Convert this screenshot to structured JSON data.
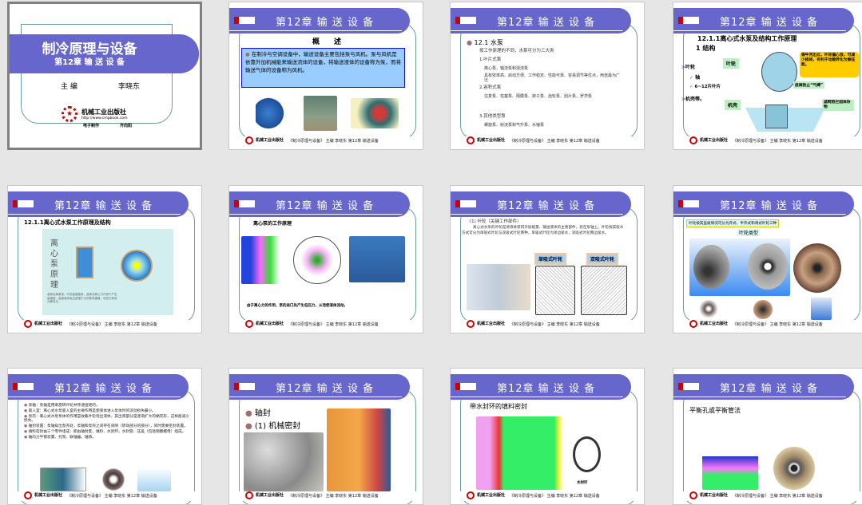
{
  "header_title": "第12章 输 送 设 备",
  "footer": {
    "publisher": "机械工业出版社",
    "text": "《制冷原理与设备》 主编 李晓东    第12章  输送设备"
  },
  "slide1": {
    "title": "制冷原理与设备",
    "subtitle": "第12章 输 送 设 备",
    "editor_label": "主 编",
    "editor": "李晓东",
    "publisher": "机械工业出版社",
    "url": "http://www.cmpbook.com",
    "maker_label": "电子制作",
    "maker": "齐向阳"
  },
  "slide2": {
    "heading": "概　　述",
    "text": "在制冷与空调设备中，输送设备主要包括泵与风机。泵与风机是依靠外加机械能来输送流体的设备，将输送液体的设备称为泵，而将输送气体的设备称为风机。"
  },
  "slide3": {
    "items": [
      "12.1  水泵",
      "按工作原理的不同，水泵可分为三大类",
      "1.叶片式泵",
      "离心泵、轴流泵和混流泵",
      "具有效率高、启动方便、工作稳定、性能可靠、容易调节等优点，用途最为广泛",
      "2.容积式泵",
      "往复泵、柱塞泵、隔膜泵、转子泵、齿轮泵、刮片泵、罗茨泵",
      "3.其他类型泵",
      "螺旋泵、射流泵和气升泵、水锤泵"
    ]
  },
  "slide4": {
    "title": "12.1.1离心式水泵及结构工作原理",
    "sub": "1 结构",
    "items": [
      "叶轮",
      "轴",
      "6~12片叶片",
      "机壳等。"
    ],
    "label_impeller": "叶轮",
    "label_casing": "机壳",
    "callout": "铸牛河出此，叶轮偏心放，可减少损耗，有利于动能转化为静压能。",
    "label_valve": "底阀防止“气缚”",
    "label_filter": "滤网阻拦固体杂物"
  },
  "slide5": {
    "title": "12.1.1离心式水泵工作原理及结构",
    "vertical": "离心泵原理",
    "caption": "液体自离泵壳，叶轮高速旋转，液体在离心力作用下产生高速度，高速液体经过逐渐扩大的泵壳通道，动压头转变为静压头。"
  },
  "slide6": {
    "title": "离心泵的工作原理",
    "caption": "由于离心力的作用，泵的进口处产生低压力，从而使液体流动。"
  },
  "slide7": {
    "title": "(1) 叶轮（关键工作部件）",
    "text": "离心式水泵的叶轮是将液体获得外加能量、输送液体的主要部件，装在泵轴上。叶轮按其吸水方式可分为单吸式叶轮与双吸式叶轮两种，单吸式叶轮为单边吸水，双吸式叶轮两边吸水。",
    "single": "单吸式叶轮",
    "double": "双吸式叶轮"
  },
  "slide8": {
    "note": "叶轮按其盖板情况可分为开式、半开式和闭式叶轮三种",
    "label": "叶轮类型"
  },
  "slide9": {
    "items": [
      "泵轴：泵轴是用来旋转叶轮并传递扭矩的。",
      "吸入室：离心式水泵吸入室的主要作用是使液体进入泵体时的流动损失最小。",
      "泵壳：离心式水泵泵体的作用是收集叶轮甩出液体，其出液部分是逐渐扩大的蜗壳形，这样能减少损失。",
      "轴封装置：泵轴穿出泵壳处，泵轴和泵壳之间存在间隙（转动部分的部分），同时需要密封装置。",
      "填料密封由三个零件组成：即由轴封套、填料、水封环、水封管、压盖（包括钢圈螺母）组成。",
      "轴向力平衡装置、托架、联轴器、轴承。"
    ]
  },
  "slide10": {
    "items": [
      "轴封",
      "(1) 机械密封"
    ]
  },
  "slide11": {
    "title": "带水封环的填料密封",
    "label": "水封环"
  },
  "slide12": {
    "title": "平衡孔或平衡管法"
  }
}
